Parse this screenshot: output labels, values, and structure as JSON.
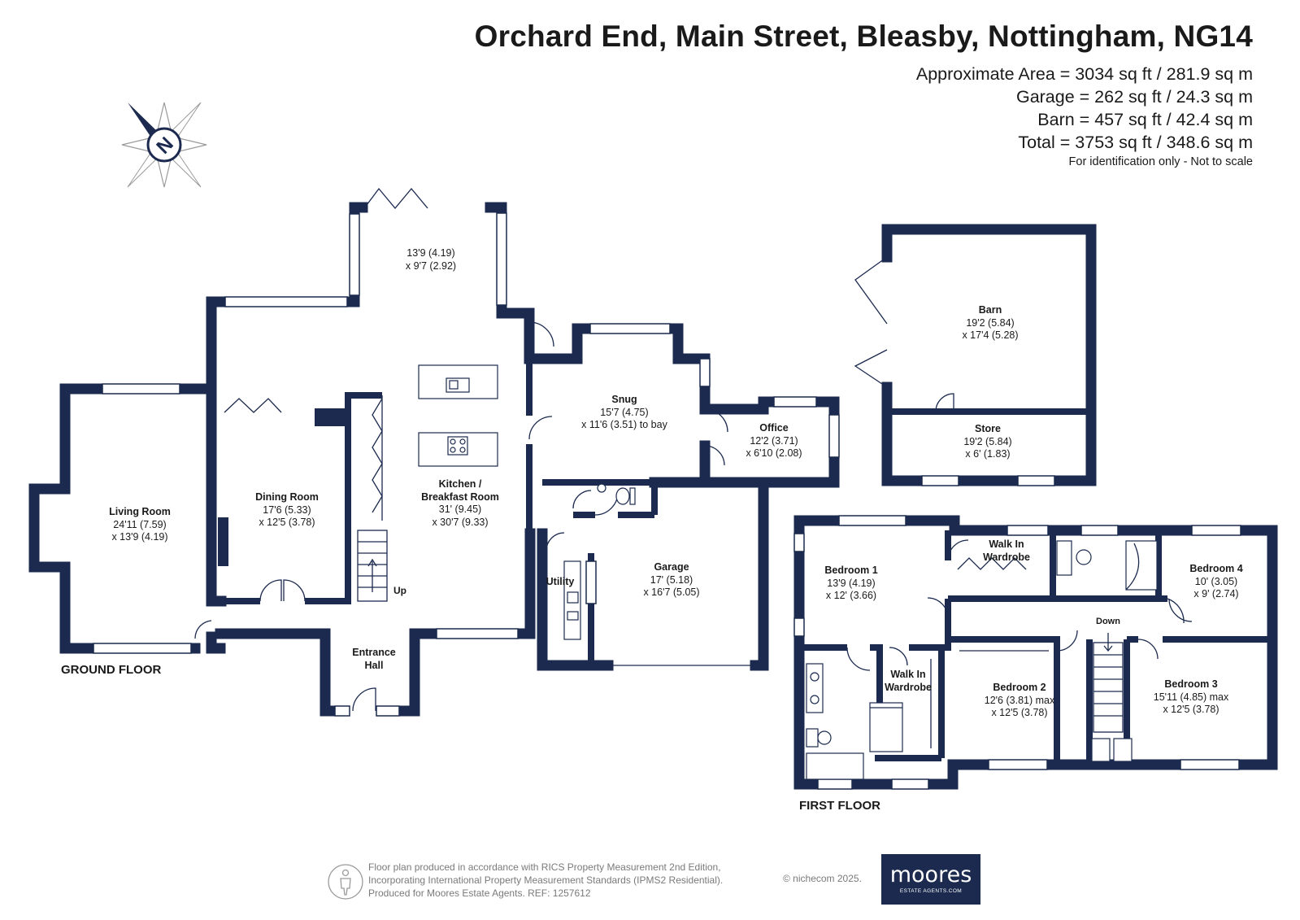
{
  "header": {
    "title": "Orchard End, Main Street, Bleasby, Nottingham, NG14",
    "areas": [
      "Approximate Area = 3034 sq ft / 281.9 sq m",
      "Garage = 262 sq ft / 24.3 sq m",
      "Barn = 457 sq ft / 42.4 sq m",
      "Total = 3753 sq ft / 348.6 sq m"
    ],
    "note": "For identification only - Not to scale"
  },
  "compass": {
    "letter": "N",
    "icon": "compass-rose-icon"
  },
  "colors": {
    "wall": "#1b2a4e",
    "text": "#1a1a1a",
    "muted": "#7a7a7a"
  },
  "floors": {
    "ground": "GROUND FLOOR",
    "first": "FIRST FLOOR"
  },
  "rooms": {
    "extension": {
      "name": "",
      "dim1": "13'9 (4.19)",
      "dim2": "x 9'7 (2.92)"
    },
    "living": {
      "name": "Living Room",
      "dim1": "24'11 (7.59)",
      "dim2": "x 13'9 (4.19)"
    },
    "dining": {
      "name": "Dining Room",
      "dim1": "17'6 (5.33)",
      "dim2": "x 12'5 (3.78)"
    },
    "kitchen": {
      "name1": "Kitchen /",
      "name2": "Breakfast Room",
      "dim1": "31' (9.45)",
      "dim2": "x 30'7 (9.33)"
    },
    "snug": {
      "name": "Snug",
      "dim1": "15'7 (4.75)",
      "dim2": "x 11'6 (3.51) to bay"
    },
    "office": {
      "name": "Office",
      "dim1": "12'2 (3.71)",
      "dim2": "x 6'10 (2.08)"
    },
    "utility": {
      "name": "Utility"
    },
    "garage": {
      "name": "Garage",
      "dim1": "17' (5.18)",
      "dim2": "x 16'7 (5.05)"
    },
    "entrance": {
      "name1": "Entrance",
      "name2": "Hall"
    },
    "barn": {
      "name": "Barn",
      "dim1": "19'2 (5.84)",
      "dim2": "x 17'4 (5.28)"
    },
    "store": {
      "name": "Store",
      "dim1": "19'2 (5.84)",
      "dim2": "x 6' (1.83)"
    },
    "bed1": {
      "name": "Bedroom 1",
      "dim1": "13'9 (4.19)",
      "dim2": "x 12' (3.66)"
    },
    "wardrobe1": {
      "name1": "Walk In",
      "name2": "Wardrobe"
    },
    "wardrobe2": {
      "name1": "Walk In",
      "name2": "Wardrobe"
    },
    "bed2": {
      "name": "Bedroom 2",
      "dim1": "12'6 (3.81) max",
      "dim2": "x 12'5 (3.78)"
    },
    "bed3": {
      "name": "Bedroom 3",
      "dim1": "15'11 (4.85) max",
      "dim2": "x 12'5 (3.78)"
    },
    "bed4": {
      "name": "Bedroom 4",
      "dim1": "10' (3.05)",
      "dim2": "x 9' (2.74)"
    }
  },
  "stairs": {
    "up": "Up",
    "down": "Down"
  },
  "footer": {
    "line1": "Floor plan produced in accordance with RICS Property Measurement 2nd Edition,",
    "line2": "Incorporating International Property Measurement Standards (IPMS2 Residential).",
    "line3": "Produced for Moores Estate Agents.   REF:  1257612",
    "copyright": "© nichecom 2025.",
    "logo_text": "moores",
    "logo_tagline": "ESTATE AGENTS.COM"
  }
}
